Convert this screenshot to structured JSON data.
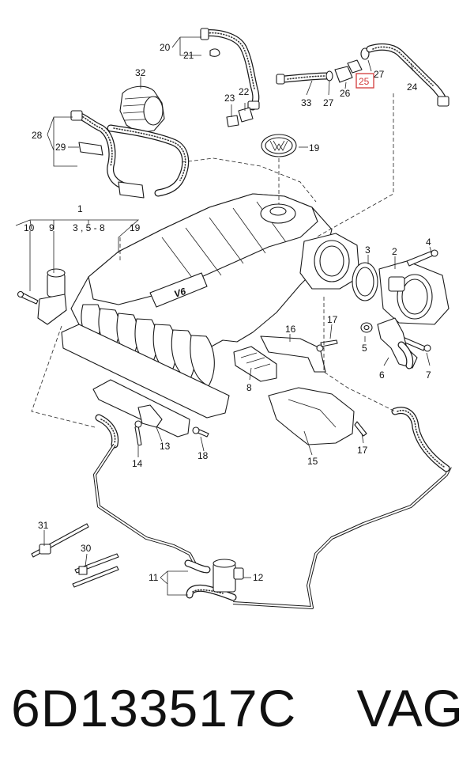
{
  "diagram": {
    "callouts": {
      "c1": "1",
      "c2": "2",
      "c3": "3",
      "c4": "4",
      "c5": "5",
      "c6": "6",
      "c7": "7",
      "c8": "8",
      "c9": "9",
      "c10": "10",
      "c11": "11",
      "c12": "12",
      "c13": "13",
      "c14": "14",
      "c15": "15",
      "c16": "16",
      "c17a": "17",
      "c17b": "17",
      "c18": "18",
      "c19a": "19",
      "c19b": "19",
      "c20": "20",
      "c21": "21",
      "c22": "22",
      "c23": "23",
      "c24": "24",
      "c25": "25",
      "c26": "26",
      "c27a": "27",
      "c27b": "27",
      "c28": "28",
      "c29": "29",
      "c30": "30",
      "c31": "31",
      "c32": "32",
      "c33": "33",
      "c35_8": "3 , 5 - 8"
    },
    "highlighted_callout": "25",
    "highlight_color": "#d23a3a",
    "engine_badge": "V6"
  },
  "footer": {
    "part_number": "6D133517C",
    "brand": "VAG"
  }
}
